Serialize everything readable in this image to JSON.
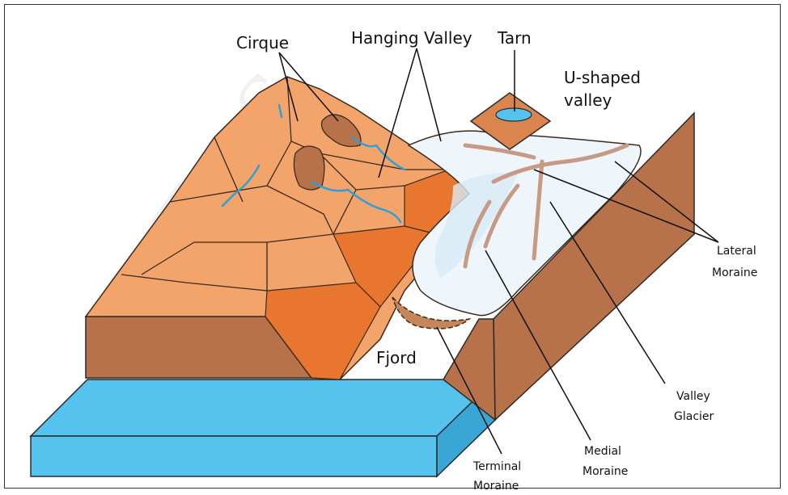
{
  "labels": {
    "cirque": "Cirque",
    "hanging_valley": "Hanging Valley",
    "tarn": "Tarn",
    "u_shaped_line1": "U-shaped",
    "u_shaped_line2": "valley",
    "lateral_line1": "Lateral",
    "lateral_line2": "Moraine",
    "valley_glacier_line1": "Valley",
    "valley_glacier_line2": "Glacier",
    "medial_line1": "Medial",
    "medial_line2": "Moraine",
    "terminal_line1": "Terminal",
    "terminal_line2": "Moraine",
    "fjord": "Fjord"
  },
  "watermark": "TopS",
  "colors": {
    "land_light": "#f3a46a",
    "land_orange": "#e8762f",
    "cliff_brown": "#b8724a",
    "water_blue": "#56c2ee",
    "water_side": "#3aa6d6",
    "ice": "#eef6fb",
    "moraine": "#c79a86",
    "stream": "#2f9fd8",
    "outline": "#3a2a1e"
  }
}
